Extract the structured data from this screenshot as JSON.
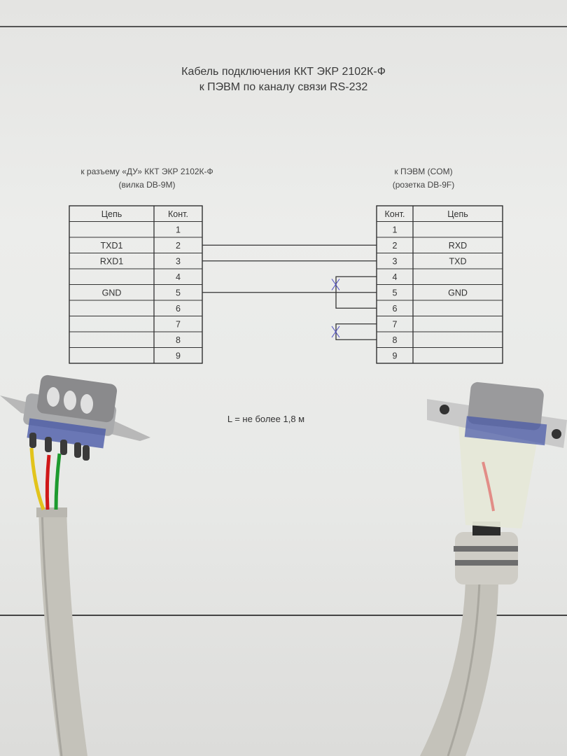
{
  "title": {
    "line1": "Кабель подключения ККТ ЭКР 2102К-Ф",
    "line2": "к ПЭВМ по каналу связи RS-232"
  },
  "left_connector": {
    "caption1": "к разъему «ДУ» ККТ ЭКР 2102К-Ф",
    "caption2": "(вилка DB-9M)",
    "headers": {
      "signal": "Цепь",
      "pin": "Конт."
    },
    "rows": [
      {
        "pin": "1",
        "signal": ""
      },
      {
        "pin": "2",
        "signal": "TXD1"
      },
      {
        "pin": "3",
        "signal": "RXD1"
      },
      {
        "pin": "4",
        "signal": ""
      },
      {
        "pin": "5",
        "signal": "GND"
      },
      {
        "pin": "6",
        "signal": ""
      },
      {
        "pin": "7",
        "signal": ""
      },
      {
        "pin": "8",
        "signal": ""
      },
      {
        "pin": "9",
        "signal": ""
      }
    ]
  },
  "right_connector": {
    "caption1": "к ПЭВМ (COM)",
    "caption2": "(розетка DB-9F)",
    "headers": {
      "pin": "Конт.",
      "signal": "Цепь"
    },
    "rows": [
      {
        "pin": "1",
        "signal": ""
      },
      {
        "pin": "2",
        "signal": "RXD"
      },
      {
        "pin": "3",
        "signal": "TXD"
      },
      {
        "pin": "4",
        "signal": ""
      },
      {
        "pin": "5",
        "signal": "GND"
      },
      {
        "pin": "6",
        "signal": ""
      },
      {
        "pin": "7",
        "signal": ""
      },
      {
        "pin": "8",
        "signal": ""
      },
      {
        "pin": "9",
        "signal": ""
      }
    ]
  },
  "wiring": [
    {
      "from": "2",
      "to": "2"
    },
    {
      "from": "3",
      "to": "3"
    },
    {
      "from": "5",
      "to": "5"
    }
  ],
  "jumpers": [
    [
      "4",
      "6"
    ],
    [
      "7",
      "8"
    ]
  ],
  "length_note": "L = не более 1,8 м"
}
